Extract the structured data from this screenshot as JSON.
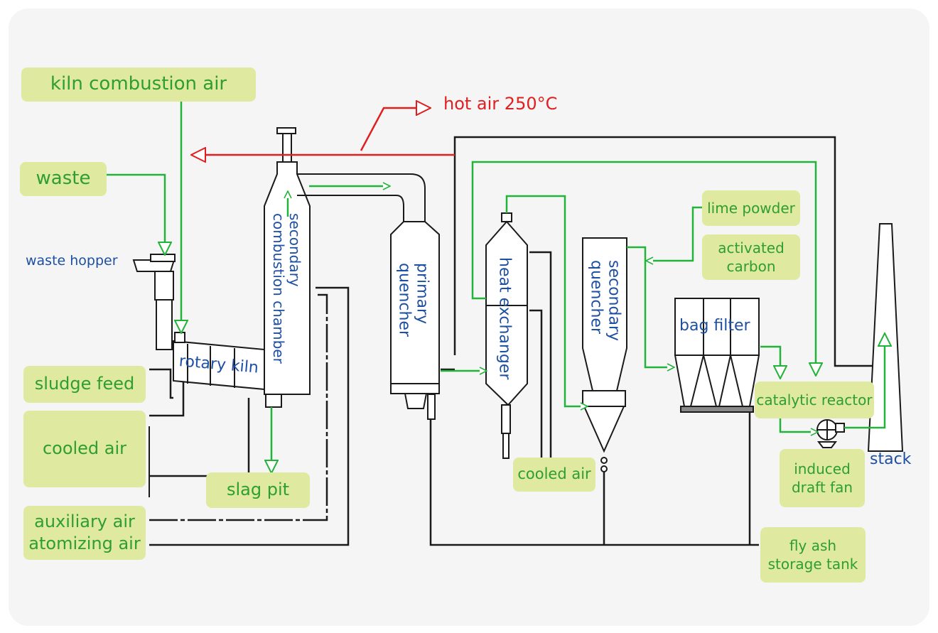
{
  "labels": {
    "kiln_combustion_air": "kiln combustion air",
    "waste": "waste",
    "waste_hopper": "waste hopper",
    "hot_air": "hot air 250°C",
    "rotary_kiln": "rotary kiln",
    "secondary_combustion_chamber": [
      "secondary",
      "combustion chamber"
    ],
    "primary_quencher": [
      "primary",
      "quencher"
    ],
    "heat_exchanger": "heat exchanger",
    "secondary_quencher": [
      "secondary",
      "quencher"
    ],
    "bag_filter": "bag filter",
    "lime_powder": "lime powder",
    "activated_carbon": [
      "activated",
      "carbon"
    ],
    "sludge_feed": "sludge feed",
    "cooled_air_left": "cooled air",
    "auxiliary_atomizing_air": [
      "auxiliary air",
      "atomizing air"
    ],
    "slag_pit": "slag pit",
    "cooled_air_mid": "cooled air",
    "catalytic_reactor": "catalytic reactor",
    "induced_draft_fan": [
      "induced",
      "draft fan"
    ],
    "stack": "stack",
    "fly_ash_storage_tank": [
      "fly ash",
      "storage tank"
    ]
  },
  "colors": {
    "label_bg": "#dfeaa0",
    "label_text": "#2e9e2e",
    "flow_green": "#22b33a",
    "hot_air_red": "#e02020",
    "equipment_text": "#1d4fa3",
    "line_black": "#1a1a1a"
  }
}
